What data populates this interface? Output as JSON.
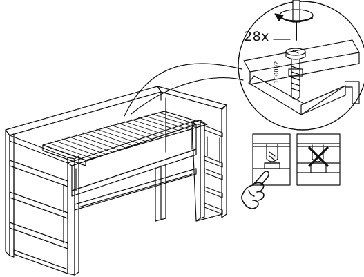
{
  "instruction_step": {
    "quantity_label": "28x",
    "part_number": "100002"
  },
  "callouts": [
    {
      "name": "correct-example",
      "status": "correct"
    },
    {
      "name": "incorrect-example",
      "status": "incorrect"
    }
  ],
  "icons": [
    "screwdriver-icon",
    "rotation-arrow-icon",
    "pointing-hand-icon",
    "cross-mark-icon"
  ],
  "colors": {
    "line": "#111111",
    "background": "#ffffff"
  }
}
